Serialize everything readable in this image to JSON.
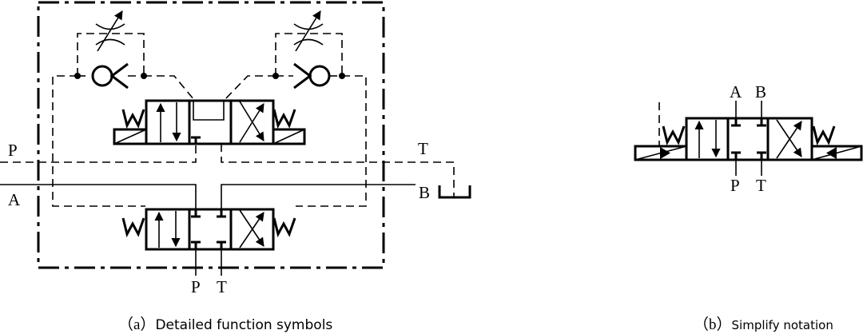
{
  "figure_a": {
    "port_labels": {
      "p_left": "P",
      "a_left": "A",
      "t_right": "T",
      "b_right": "B",
      "p_bottom": "P",
      "t_bottom": "T"
    },
    "caption": {
      "paren": "（a）",
      "text": "Detailed function symbols"
    }
  },
  "figure_b": {
    "port_labels": {
      "a_top": "A",
      "b_top": "B",
      "p_bottom": "P",
      "t_bottom": "T"
    },
    "caption": {
      "paren": "（b）",
      "text": "Simplify notation"
    }
  }
}
